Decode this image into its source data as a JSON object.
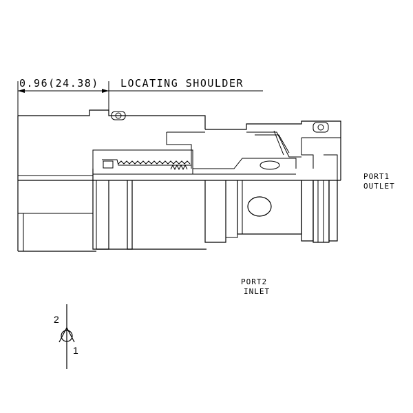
{
  "dimension": {
    "value": "0.96(24.38)",
    "label": "LOCATING SHOULDER"
  },
  "ports": {
    "port1": {
      "name": "PORT1",
      "role": "OUTLET"
    },
    "port2": {
      "name": "PORT2",
      "role": "INLET"
    }
  },
  "symbol": {
    "upper_port": "2",
    "lower_port": "1"
  },
  "colors": {
    "line": "#000000",
    "background": "#ffffff"
  }
}
